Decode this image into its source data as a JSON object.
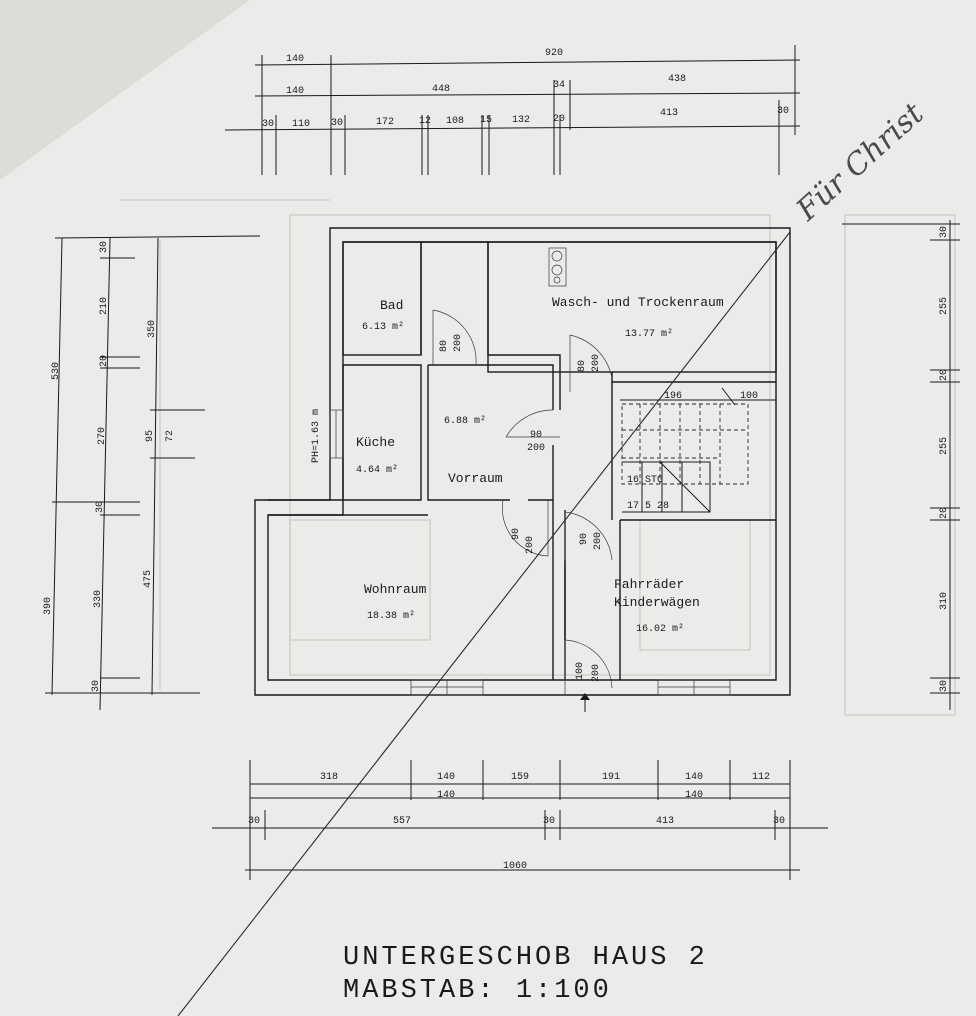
{
  "title": {
    "line1": "UNTERGESCHOB HAUS 2",
    "line2": "MABSTAB: 1:100"
  },
  "rooms": {
    "bad": {
      "name": "Bad",
      "area": "6.13 m²"
    },
    "wasch": {
      "name": "Wasch- und Trockenraum",
      "area": "13.77 m²"
    },
    "vorraum": {
      "name": "Vorraum",
      "area": "6.88 m²"
    },
    "kueche": {
      "name": "Küche",
      "area": "4.64 m²"
    },
    "wohnraum": {
      "name": "Wohnraum",
      "area": "18.38 m²"
    },
    "fahrrad": {
      "name_line1": "Fahrräder",
      "name_line2": "Kinderwägen",
      "area": "16.02 m²"
    }
  },
  "annotations": {
    "ph": "PH=1.63 m",
    "stair_steps": "16 STG",
    "stair_ratio": "17.5 28",
    "stair_196": "196",
    "stair_100": "100",
    "signature": "Für Christ"
  },
  "doors": {
    "bad_w": "80",
    "bad_h": "200",
    "wasch_w": "80",
    "wasch_h": "200",
    "vor_w": "90",
    "vor_h": "200",
    "wohn_w": "90",
    "wohn_h": "200",
    "fahr_w": "90",
    "fahr_h": "200",
    "ent_w": "100",
    "ent_h": "200"
  },
  "dims_top": {
    "row1": [
      "140",
      "920"
    ],
    "row2": [
      "140",
      "448",
      "34",
      "438"
    ],
    "row3": [
      "30",
      "110",
      "30",
      "172",
      "12",
      "108",
      "15",
      "132",
      "20",
      "413",
      "30"
    ]
  },
  "dims_bottom": {
    "row1": [
      "318",
      "140",
      "159",
      "191",
      "140",
      "112"
    ],
    "row2": [
      "140",
      "140"
    ],
    "row3": [
      "30",
      "557",
      "30",
      "413",
      "30"
    ],
    "row4": [
      "1060"
    ]
  },
  "dims_left": {
    "outer": [
      "530",
      "390"
    ],
    "mid": [
      "30",
      "210",
      "20",
      "270",
      "30",
      "330",
      "30"
    ],
    "inner": [
      "350",
      "95",
      "475",
      "72"
    ]
  },
  "dims_right": [
    "30",
    "255",
    "20",
    "255",
    "20",
    "310",
    "30"
  ]
}
